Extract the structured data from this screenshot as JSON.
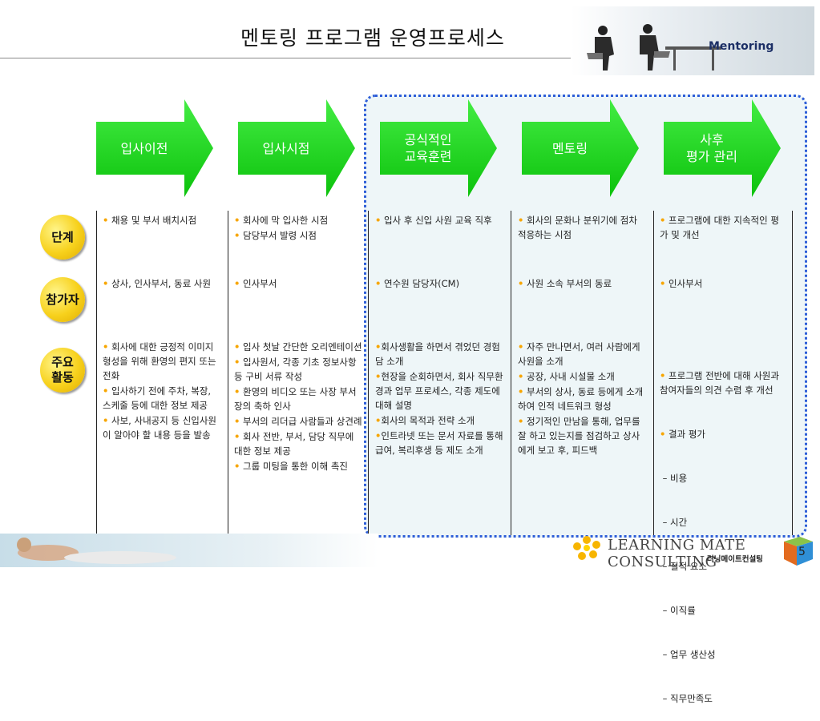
{
  "header": {
    "title": "멘토링 프로그램 운영프로세스",
    "brand_label": "Mentoring"
  },
  "colors": {
    "arrow_green": "#13cc13",
    "badge_yellow": "#f7d11c",
    "highlight_border": "#2e5ed8",
    "bullet_orange": "#f7a600"
  },
  "arrows": [
    {
      "label": "입사이전"
    },
    {
      "label": "입사시점"
    },
    {
      "label": "공식적인\n교육훈련"
    },
    {
      "label": "멘토링"
    },
    {
      "label": "사후\n평가 관리"
    }
  ],
  "rows": [
    {
      "label": "단계",
      "cells": [
        [
          "• 채용 및 부서 배치시점"
        ],
        [
          "• 회사에 막 입사한 시점",
          "• 담당부서 발령 시점"
        ],
        [
          "• 입사 후 신입 사원 교육 직후"
        ],
        [
          "• 회사의 문화나 분위기에 점차 적응하는 시점"
        ],
        [
          "• 프로그램에 대한 지속적인 평가 및 개선"
        ]
      ]
    },
    {
      "label": "참가자",
      "cells": [
        [
          "• 상사, 인사부서, 동료 사원"
        ],
        [
          "• 인사부서"
        ],
        [
          "•  연수원 담당자(CM)"
        ],
        [
          "• 사원 소속 부서의 동료"
        ],
        [
          "• 인사부서"
        ]
      ]
    },
    {
      "label": "주요\n활동",
      "cells": [
        [
          "• 회사에 대한 긍정적 이미지 형성을 위해 환영의 편지 또는 전화",
          "• 입사하기 전에 주차, 복장, 스케줄 등에 대한 정보 제공",
          "• 사보, 사내공지 등 신입사원이 알아야 할 내용 등을 발송"
        ],
        [
          "• 입사 첫날 간단한 오리엔테이션",
          "• 입사원서, 각종 기초 정보사항 등 구비 서류 작성",
          "• 환영의 비디오 또는 사장 부서장의 축하 인사",
          "• 부서의 리더급 사람들과 상견례",
          "• 회사 전반, 부서, 담당 직무에 대한 정보 제공",
          "• 그룹 미팅을 통한 이해 촉진"
        ],
        [
          "•회사생활을 하면서 겪었던 경험담 소개",
          "•현장을 순회하면서, 회사 직무환경과 업무 프로세스, 각종 제도에 대해 설명",
          "•회사의 목적과 전략 소개",
          "•인트라넷 또는 문서 자료를 통해 급여, 복리후생 등 제도 소개"
        ],
        [
          "• 자주 만나면서, 여러 사람에게 사원을 소개",
          "• 공장, 사내 시설물 소개",
          "• 부서의 상사, 동료 등에게 소개하여 인적 네트워크 형성",
          "• 정기적인 만남을 통해, 업무를 잘 하고 있는지를 점검하고 상사에게 보고 후, 피드백"
        ],
        [
          "• 프로그램 전반에 대해 사원과 참여자들의 의견 수렴 후 개선",
          "• 결과 평가",
          " – 비용",
          " – 시간",
          " – 질적 요소",
          " – 이직률",
          " – 업무 생산성",
          " – 직무만족도"
        ]
      ]
    }
  ],
  "footer": {
    "logo_main": "LEARNING MATE CONSULTING",
    "logo_sub": "러닝메이트컨설팅",
    "page_number": "5"
  }
}
